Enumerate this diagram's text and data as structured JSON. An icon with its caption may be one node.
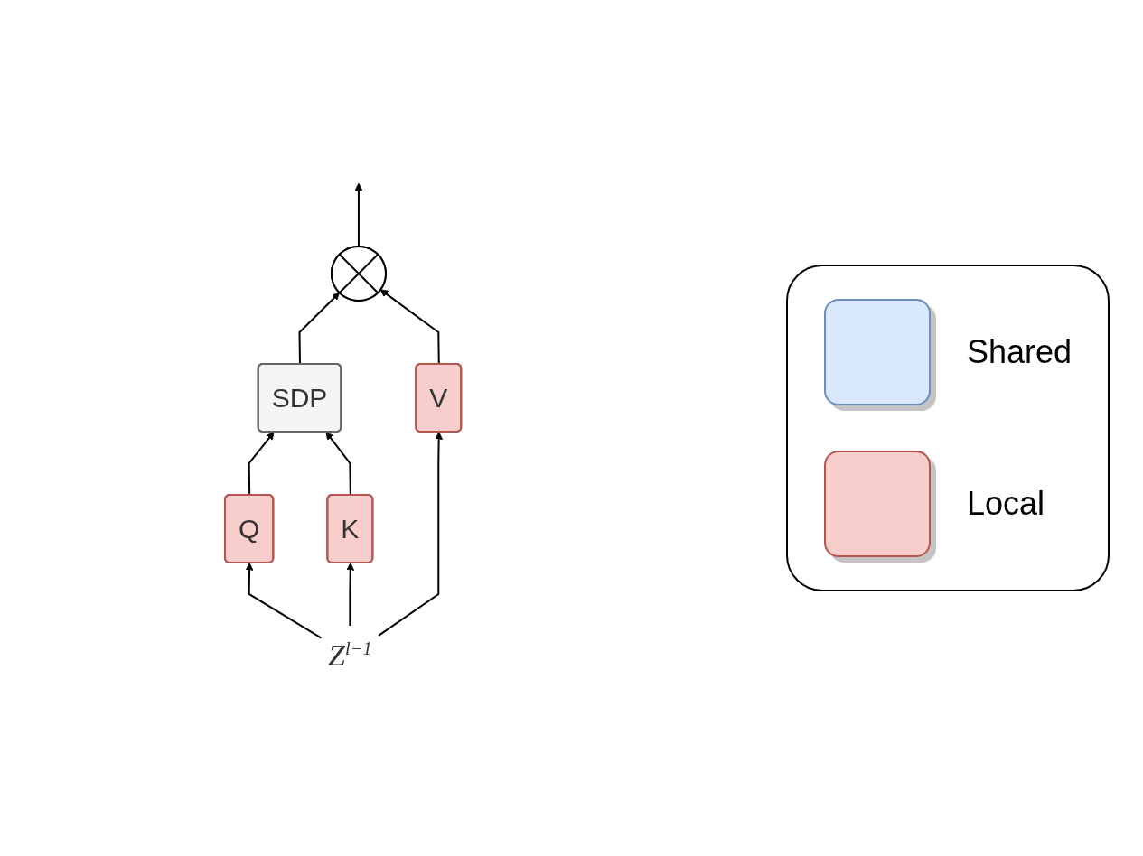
{
  "diagram": {
    "nodes": [
      {
        "text": [],
        "shape": "circle"
      },
      {
        "text": [
          "SDP"
        ]
      },
      {
        "text": [
          "Q"
        ]
      },
      {
        "text": [
          "K"
        ]
      },
      {
        "text": [
          "V"
        ]
      },
      {
        "text": [
          "Z$^{l−1}$"
        ]
      }
    ],
    "edges": [
      {
        "from": 0,
        "to": null,
        "arrow": "to"
      },
      {
        "from": 1,
        "to": 0,
        "arrow": "to"
      },
      {
        "from": 4,
        "to": 0,
        "arrow": "to"
      },
      {
        "from": 2,
        "to": 1,
        "arrow": "to"
      },
      {
        "from": 3,
        "to": 1,
        "arrow": "to"
      },
      {
        "from": 5,
        "to": 2,
        "arrow": "to"
      },
      {
        "from": 5,
        "to": 3,
        "arrow": "to"
      },
      {
        "from": 5,
        "to": 4,
        "arrow": "to"
      }
    ],
    "legend": [
      {
        "text": "Shared",
        "color": "#dae8fc"
      },
      {
        "text": "Local",
        "color": "#f8cecc"
      }
    ]
  }
}
